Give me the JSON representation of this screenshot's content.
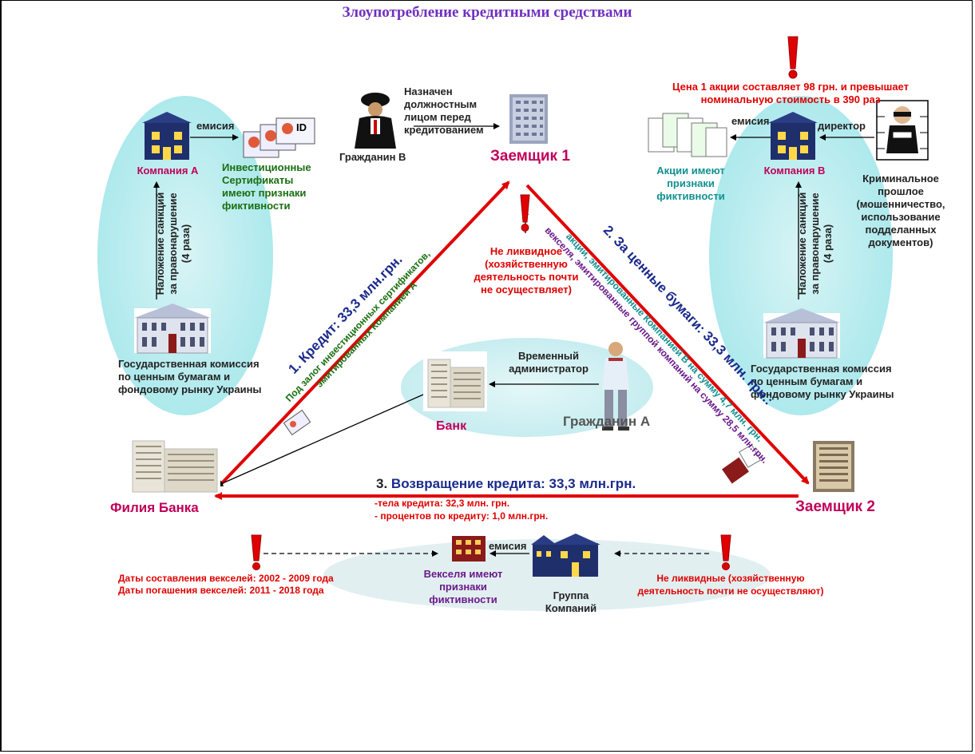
{
  "title": "Злоупотребление  кредитными средствами",
  "colors": {
    "red": "#e00000",
    "magenta": "#c0005a",
    "green": "#1a6e10",
    "teal": "#129090",
    "navy": "#1a2a8c",
    "ellipse": "#bfeef0"
  },
  "nodes": {
    "borrower1": "Заемщик 1",
    "borrower2": "Заемщик 2",
    "bank_branch": "Филия Банка",
    "bank": "Банк",
    "company_a": "Компания А",
    "company_b": "Компания В",
    "group": [
      "Группа",
      "Компаний"
    ],
    "citizen_a": "Гражданин А",
    "citizen_b": "Гражданин В"
  },
  "labels": {
    "emission": "емисия",
    "director": "директор",
    "appointed": [
      "Назначен",
      "должностным",
      "лицом перед",
      "кредитованием"
    ],
    "temp_admin": [
      "Временный",
      "администратор"
    ],
    "invest_certs": [
      "Инвестиционные",
      "Сертификаты",
      "имеют признаки",
      "фиктивности"
    ],
    "shares_fictive": [
      "Акции имеют",
      "признаки",
      "фиктивности"
    ],
    "bills_fictive": [
      "Векселя имеют",
      "признаки",
      "фиктивности"
    ],
    "sec_commission_left": [
      "Государственная комиссия",
      "по ценным бумагам и",
      "фондовому рынку Украины"
    ],
    "sec_commission_right": [
      "Государственная комиссия",
      "по ценным бумагам и",
      "фондовому рынку Украины"
    ],
    "sanctions_left": [
      "Наложение санкций",
      "за правонарушение",
      "(4 раза)"
    ],
    "sanctions_right": [
      "Наложение санкций",
      "за правонарушение",
      "(4 раза)"
    ],
    "criminal_past": [
      "Криминальное",
      "прошлое",
      "(мошенничество,",
      "использование",
      "подделанных",
      "документов)"
    ],
    "share_price": [
      "Цена 1 акции составляет 98 грн. и превышает",
      "номинальную стоимость в 390 раз"
    ],
    "not_liquid_1": [
      "Не ликвидное",
      "(хозяйственную",
      "деятельность почти",
      "не осуществляет)"
    ],
    "not_liquid_group": [
      "Не ликвидные (хозяйственную",
      "деятельность почти не осуществляют)"
    ],
    "bill_dates": [
      "Даты  составления векселей: 2002 - 2009 года",
      "Даты  погашения векселей: 2011 - 2018 года"
    ]
  },
  "flows": {
    "credit": "1. Кредит: 33,3 млн.грн.",
    "credit_note": [
      "Под залог инвестиционных сертификатов,",
      "эмитированных Компанией А"
    ],
    "securities": "2. За ценные бумаги: 33,3 млн. грн.:",
    "securities_note_1": "акции, эмитированные Компанией В на сумму 4,7 млн. грн.",
    "securities_note_2": "векселя, эмитированные группой компаний на сумму 28,5 млн.грн.",
    "return_num": "3.",
    "return": "Возвращение кредита: 33,3 млн.грн.",
    "return_body": "-тела кредита: 32,3 млн. грн.",
    "return_interest": "- процентов по кредиту: 1,0 млн.грн."
  }
}
